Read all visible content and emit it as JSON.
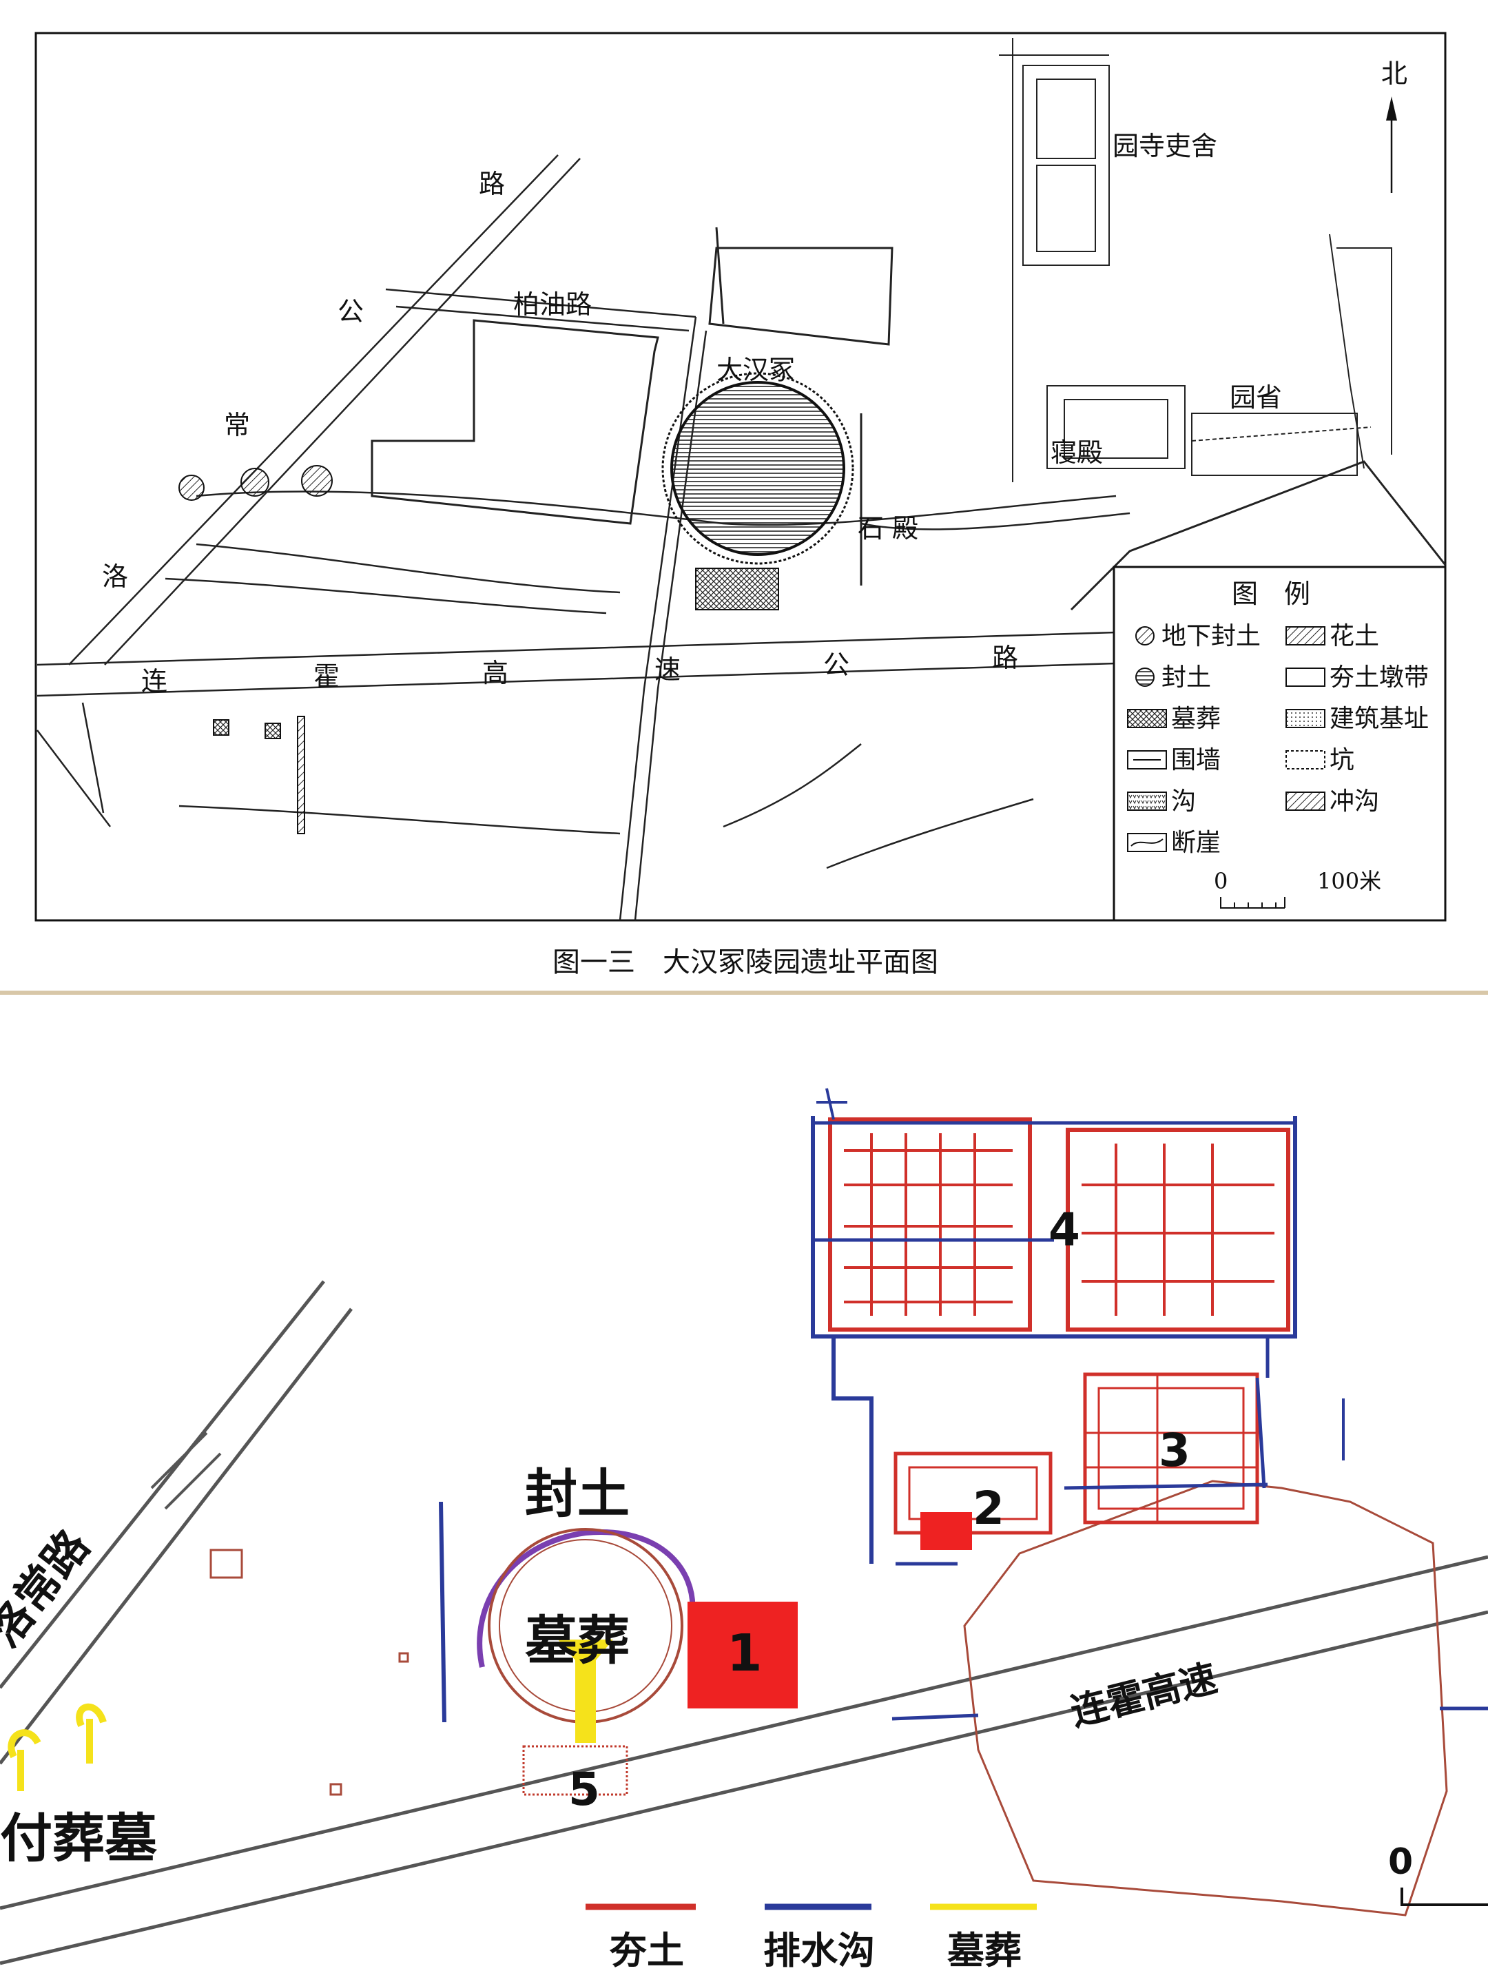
{
  "top_map": {
    "labels": {
      "north": "北",
      "yuansi": "园寺吏舍",
      "lu": "路",
      "gong": "公",
      "chang": "常",
      "luo": "洛",
      "baiyou": "柏油路",
      "dahanzhong": "大汉冢",
      "yuansheng": "园省",
      "qindian": "寝殿",
      "shidian": "石 殿",
      "hw_lian": "连",
      "hw_huo": "霍",
      "hw_gao": "高",
      "hw_su": "速",
      "hw_gong": "公",
      "hw_lu": "路"
    },
    "legend": {
      "title": "图　例",
      "items": [
        "地下封土",
        "花土",
        "封土",
        "夯土墩带",
        "墓葬",
        "建筑基址",
        "围墙",
        "坑",
        "沟",
        "冲沟",
        "断崖"
      ],
      "scale_zero": "0",
      "scale_max": "100米"
    },
    "caption": "图一三　大汉冢陵园遗址平面图"
  },
  "bottom_map": {
    "labels": {
      "fengtu": "封土",
      "muzang": "墓葬",
      "n1": "1",
      "n2": "2",
      "n3": "3",
      "n4": "4",
      "n5": "5",
      "luochang": "洛常路",
      "fuzangmu": "付葬墓",
      "lianhuo": "连霍高速",
      "scale_zero": "0"
    },
    "legend": [
      "夯土",
      "排水沟",
      "墓葬"
    ],
    "colors": {
      "hangtu": "#d0302a",
      "drain": "#2a3a9a",
      "tomb": "#f5e21b",
      "mound": "#7a3fb0",
      "boundary": "#a84a3a"
    }
  }
}
